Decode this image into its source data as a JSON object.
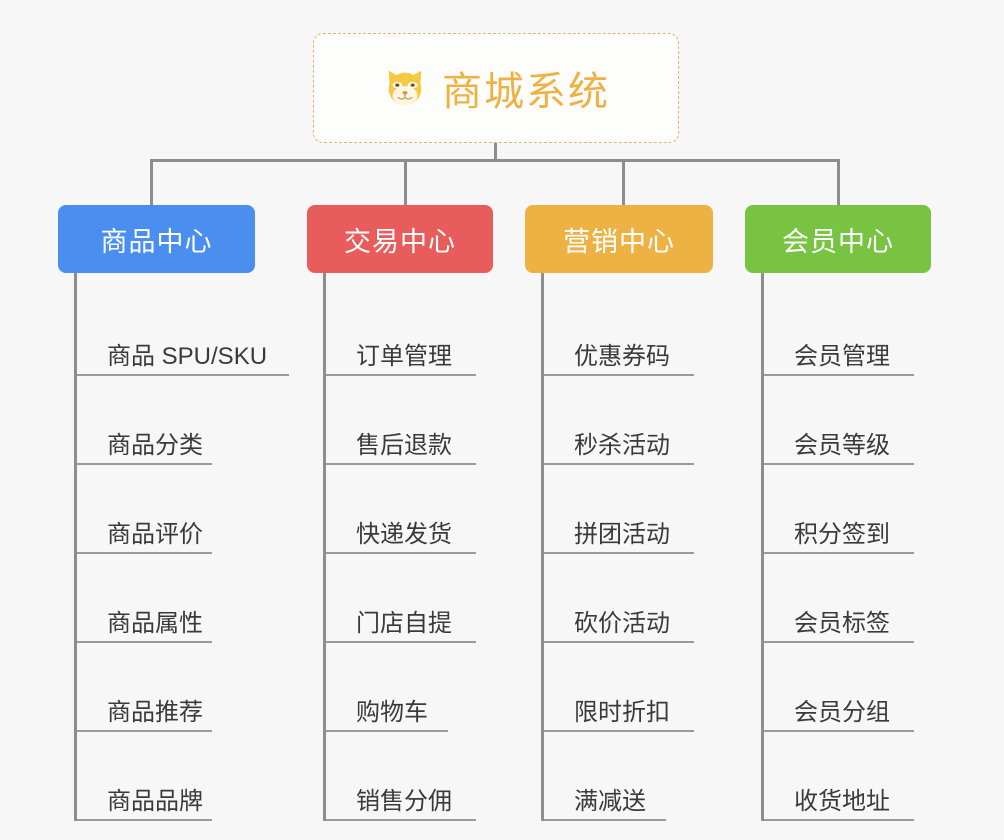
{
  "root": {
    "title": "商城系统",
    "icon": "shiba-face-emoji",
    "border_color": "#e3b566",
    "text_color": "#eeb244"
  },
  "connector_color": "#8d8d8d",
  "background_color": "#f7f7f7",
  "columns": [
    {
      "id": "product-center",
      "label": "商品中心",
      "color": "#4a8ef0",
      "items": [
        {
          "label": "商品 SPU/SKU",
          "width": "wide"
        },
        {
          "label": "商品分类",
          "width": "narrow"
        },
        {
          "label": "商品评价",
          "width": "narrow"
        },
        {
          "label": "商品属性",
          "width": "narrow"
        },
        {
          "label": "商品推荐",
          "width": "narrow"
        },
        {
          "label": "商品品牌",
          "width": "narrow"
        }
      ]
    },
    {
      "id": "trade-center",
      "label": "交易中心",
      "color": "#e85c5c",
      "items": [
        {
          "label": "订单管理",
          "width": "normal"
        },
        {
          "label": "售后退款",
          "width": "normal"
        },
        {
          "label": "快递发货",
          "width": "normal"
        },
        {
          "label": "门店自提",
          "width": "normal"
        },
        {
          "label": "购物车",
          "width": "narrow"
        },
        {
          "label": "销售分佣",
          "width": "normal"
        }
      ]
    },
    {
      "id": "marketing-center",
      "label": "营销中心",
      "color": "#eeb244",
      "items": [
        {
          "label": "优惠券码",
          "width": "normal"
        },
        {
          "label": "秒杀活动",
          "width": "normal"
        },
        {
          "label": "拼团活动",
          "width": "normal"
        },
        {
          "label": "砍价活动",
          "width": "normal"
        },
        {
          "label": "限时折扣",
          "width": "normal"
        },
        {
          "label": "满减送",
          "width": "narrow"
        }
      ]
    },
    {
      "id": "member-center",
      "label": "会员中心",
      "color": "#79c342",
      "items": [
        {
          "label": "会员管理",
          "width": "normal"
        },
        {
          "label": "会员等级",
          "width": "normal"
        },
        {
          "label": "积分签到",
          "width": "normal"
        },
        {
          "label": "会员标签",
          "width": "normal"
        },
        {
          "label": "会员分组",
          "width": "normal"
        },
        {
          "label": "收货地址",
          "width": "normal"
        }
      ]
    }
  ]
}
